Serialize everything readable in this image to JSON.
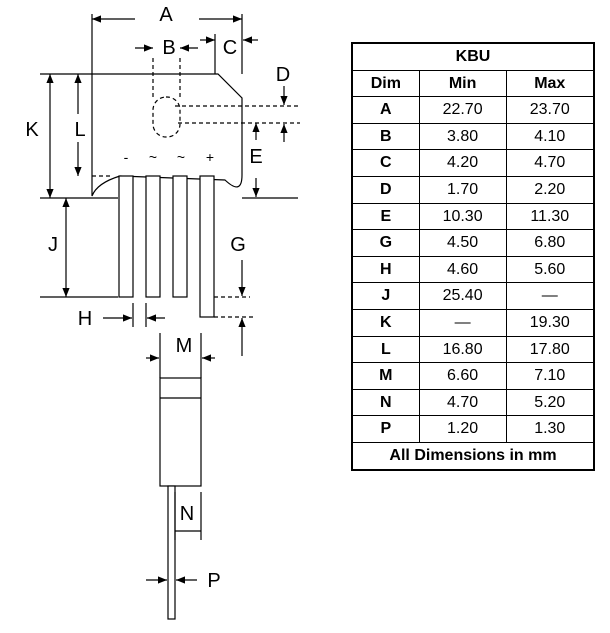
{
  "drawing": {
    "labels": {
      "A": "A",
      "B": "B",
      "C": "C",
      "D": "D",
      "E": "E",
      "G": "G",
      "H": "H",
      "J": "J",
      "K": "K",
      "L": "L",
      "M": "M",
      "N": "N",
      "P": "P"
    },
    "pins": [
      "-",
      "~",
      "~",
      "+"
    ]
  },
  "table": {
    "title": "KBU",
    "headers": [
      "Dim",
      "Min",
      "Max"
    ],
    "rows": [
      {
        "dim": "A",
        "min": "22.70",
        "max": "23.70"
      },
      {
        "dim": "B",
        "min": "3.80",
        "max": "4.10"
      },
      {
        "dim": "C",
        "min": "4.20",
        "max": "4.70"
      },
      {
        "dim": "D",
        "min": "1.70",
        "max": "2.20"
      },
      {
        "dim": "E",
        "min": "10.30",
        "max": "11.30"
      },
      {
        "dim": "G",
        "min": "4.50",
        "max": "6.80"
      },
      {
        "dim": "H",
        "min": "4.60",
        "max": "5.60"
      },
      {
        "dim": "J",
        "min": "25.40",
        "max": "—"
      },
      {
        "dim": "K",
        "min": "—",
        "max": "19.30"
      },
      {
        "dim": "L",
        "min": "16.80",
        "max": "17.80"
      },
      {
        "dim": "M",
        "min": "6.60",
        "max": "7.10"
      },
      {
        "dim": "N",
        "min": "4.70",
        "max": "5.20"
      },
      {
        "dim": "P",
        "min": "1.20",
        "max": "1.30"
      }
    ],
    "footer": "All Dimensions in mm"
  }
}
